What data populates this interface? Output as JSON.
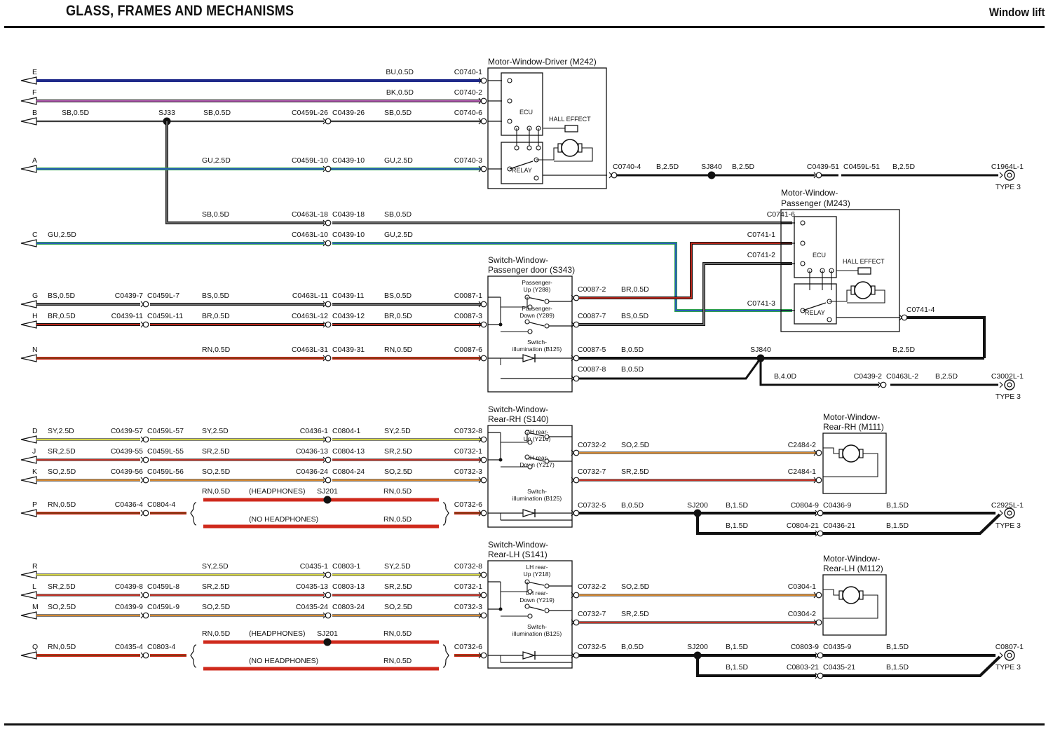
{
  "header": {
    "title": "GLASS, FRAMES AND MECHANISMS",
    "section": "Window lift"
  },
  "colors": {
    "BU": "#1f2a8a",
    "BK": "#111111",
    "P": "#d46fd2",
    "B": "#111111",
    "S": "#7a7a7a",
    "G": "#2ea24a",
    "U": "#2a52c8",
    "R": "#cf2a1c",
    "N": "#7a3a12",
    "Y": "#e2e23a",
    "O": "#e08a28",
    "W": "#ffffff"
  },
  "components": [
    {
      "id": "m242",
      "title": [
        "Motor-Window-Driver (M242)"
      ],
      "ecu": "ECU",
      "hall": "HALL EFFECT",
      "relay": "RELAY"
    },
    {
      "id": "m243",
      "title": [
        "Motor-Window-",
        "Passenger (M243)"
      ],
      "ecu": "ECU",
      "hall": "HALL EFFECT",
      "relay": "RELAY"
    },
    {
      "id": "s343",
      "title": [
        "Switch-Window-",
        "Passenger door (S343)"
      ],
      "sw1": [
        "Passenger-",
        "Up (Y288)"
      ],
      "sw2": [
        "Passenger-",
        "Down (Y289)"
      ],
      "illum": [
        "Switch-",
        "illumination (B125)"
      ]
    },
    {
      "id": "s140",
      "title": [
        "Switch-Window-",
        "Rear-RH (S140)"
      ],
      "sw1": [
        "RH rear-",
        "Up (Y216)"
      ],
      "sw2": [
        "RH rear-",
        "Down (Y217)"
      ],
      "illum": [
        "Switch-",
        "illumination (B125)"
      ]
    },
    {
      "id": "s141",
      "title": [
        "Switch-Window-",
        "Rear-LH (S141)"
      ],
      "sw1": [
        "LH rear-",
        "Up (Y218)"
      ],
      "sw2": [
        "LH rear-",
        "Down (Y219)"
      ],
      "illum": [
        "Switch-",
        "illumination (B125)"
      ]
    },
    {
      "id": "m111",
      "title": [
        "Motor-Window-",
        "Rear-RH (M111)"
      ]
    },
    {
      "id": "m112",
      "title": [
        "Motor-Window-",
        "Rear-LH (M112)"
      ]
    }
  ],
  "wires": [
    {
      "id": "E",
      "label": "E",
      "colors": [
        "BU"
      ]
    },
    {
      "id": "F",
      "label": "F",
      "colors": [
        "BK",
        "P"
      ]
    },
    {
      "id": "B",
      "label": "B",
      "colors": [
        "S",
        "B"
      ]
    },
    {
      "id": "A",
      "label": "A",
      "colors": [
        "G",
        "U"
      ]
    },
    {
      "id": "C",
      "label": "C",
      "colors": [
        "G",
        "U"
      ]
    },
    {
      "id": "G",
      "label": "G",
      "colors": [
        "B",
        "S"
      ]
    },
    {
      "id": "H",
      "label": "H",
      "colors": [
        "B",
        "R"
      ]
    },
    {
      "id": "N",
      "label": "N",
      "colors": [
        "R",
        "N"
      ]
    },
    {
      "id": "D",
      "label": "D",
      "colors": [
        "S",
        "Y"
      ]
    },
    {
      "id": "J",
      "label": "J",
      "colors": [
        "S",
        "R"
      ]
    },
    {
      "id": "K",
      "label": "K",
      "colors": [
        "S",
        "O"
      ]
    },
    {
      "id": "P",
      "label": "P",
      "colors": [
        "R",
        "N"
      ]
    },
    {
      "id": "R",
      "label": "R",
      "colors": [
        "S",
        "Y"
      ]
    },
    {
      "id": "L",
      "label": "L",
      "colors": [
        "S",
        "R"
      ]
    },
    {
      "id": "M",
      "label": "M",
      "colors": [
        "S",
        "O"
      ]
    },
    {
      "id": "Q",
      "label": "Q",
      "colors": [
        "R",
        "N"
      ]
    }
  ],
  "labels": [
    "BU,0.5D",
    "C0740-1",
    "BK,0.5D",
    "C0740-2",
    "SB,0.5D",
    "SJ33",
    "SB,0.5D",
    "C0459L-26",
    "C0439-26",
    "SB,0.5D",
    "C0740-6",
    "GU,2.5D",
    "C0459L-10",
    "C0439-10",
    "GU,2.5D",
    "C0740-3",
    "C0740-4",
    "B,2.5D",
    "SJ840",
    "B,2.5D",
    "C0439-51",
    "C0459L-51",
    "B,2.5D",
    "C1964L-1",
    "TYPE 3",
    "SB,0.5D",
    "C0463L-18",
    "C0439-18",
    "SB,0.5D",
    "C0741-6",
    "GU,2.5D",
    "C0463L-10",
    "C0439-10",
    "GU,2.5D",
    "C0741-1",
    "C0741-2",
    "BS,0.5D",
    "C0439-7",
    "C0459L-7",
    "BS,0.5D",
    "C0463L-11",
    "C0439-11",
    "BS,0.5D",
    "C0087-1",
    "C0087-2",
    "BR,0.5D",
    "C0741-3",
    "BR,0.5D",
    "C0439-11",
    "C0459L-11",
    "BR,0.5D",
    "C0463L-12",
    "C0439-12",
    "BR,0.5D",
    "C0087-3",
    "C0087-7",
    "BS,0.5D",
    "C0741-4",
    "RN,0.5D",
    "C0463L-31",
    "C0439-31",
    "RN,0.5D",
    "C0087-6",
    "C0087-5",
    "B,0.5D",
    "SJ840",
    "B,2.5D",
    "C0087-8",
    "B,0.5D",
    "B,4.0D",
    "C0439-2",
    "C0463L-2",
    "B,2.5D",
    "C3002L-1",
    "TYPE 3",
    "SY,2.5D",
    "C0439-57",
    "C0459L-57",
    "SY,2.5D",
    "C0436-1",
    "C0804-1",
    "SY,2.5D",
    "C0732-8",
    "SR,2.5D",
    "C0439-55",
    "C0459L-55",
    "SR,2.5D",
    "C0436-13",
    "C0804-13",
    "SR,2.5D",
    "C0732-1",
    "C0732-2",
    "SO,2.5D",
    "C2484-2",
    "SO,2.5D",
    "C0439-56",
    "C0459L-56",
    "SO,2.5D",
    "C0436-24",
    "C0804-24",
    "SO,2.5D",
    "C0732-3",
    "C0732-7",
    "SR,2.5D",
    "C2484-1",
    "RN,0.5D",
    "(HEADPHONES)",
    "SJ201",
    "RN,0.5D",
    "RN,0.5D",
    "C0436-4",
    "C0804-4",
    "C0732-6",
    "C0732-5",
    "B,0.5D",
    "SJ200",
    "B,1.5D",
    "C0804-9",
    "C0436-9",
    "B,1.5D",
    "C2925L-1",
    "(NO HEADPHONES)",
    "RN,0.5D",
    "B,1.5D",
    "C0804-21",
    "C0436-21",
    "B,1.5D",
    "TYPE 3",
    "SY,2.5D",
    "C0435-1",
    "C0803-1",
    "SY,2.5D",
    "C0732-8",
    "SR,2.5D",
    "C0439-8",
    "C0459L-8",
    "SR,2.5D",
    "C0435-13",
    "C0803-13",
    "SR,2.5D",
    "C0732-1",
    "C0732-2",
    "SO,2.5D",
    "C0304-1",
    "SO,2.5D",
    "C0439-9",
    "C0459L-9",
    "SO,2.5D",
    "C0435-24",
    "C0803-24",
    "SO,2.5D",
    "C0732-3",
    "C0732-7",
    "SR,2.5D",
    "C0304-2",
    "RN,0.5D",
    "(HEADPHONES)",
    "SJ201",
    "RN,0.5D",
    "RN,0.5D",
    "C0435-4",
    "C0803-4",
    "C0732-6",
    "C0732-5",
    "B,0.5D",
    "SJ200",
    "B,1.5D",
    "C0803-9",
    "C0435-9",
    "B,1.5D",
    "C0807-1",
    "(NO HEADPHONES)",
    "RN,0.5D",
    "B,1.5D",
    "C0803-21",
    "C0435-21",
    "B,1.5D",
    "TYPE 3"
  ]
}
